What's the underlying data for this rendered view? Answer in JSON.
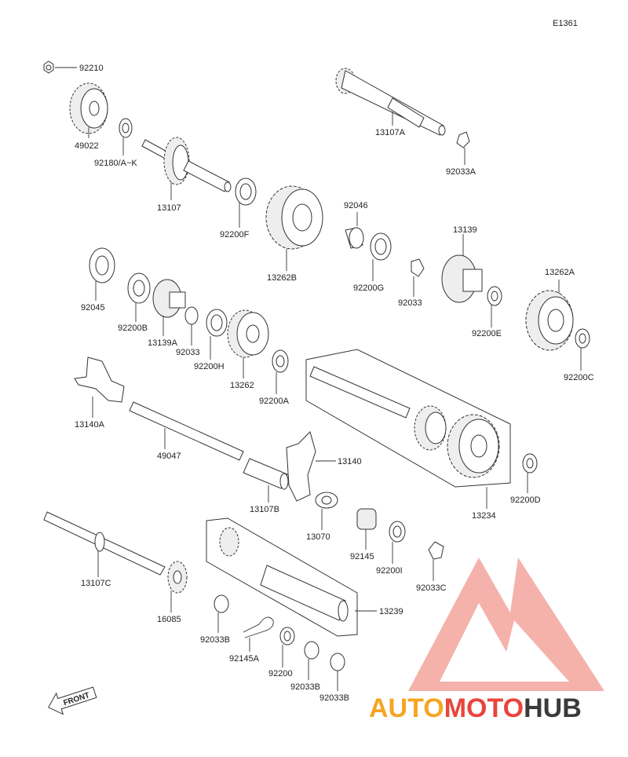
{
  "diagram_code": "E1361",
  "parts": [
    {
      "id": "p92210",
      "label": "92210"
    },
    {
      "id": "p49022",
      "label": "49022"
    },
    {
      "id": "p92180",
      "label": "92180/A~K"
    },
    {
      "id": "p13107",
      "label": "13107"
    },
    {
      "id": "p92200F",
      "label": "92200F"
    },
    {
      "id": "p13262B",
      "label": "13262B"
    },
    {
      "id": "p13107A",
      "label": "13107A"
    },
    {
      "id": "p92033A",
      "label": "92033A"
    },
    {
      "id": "p92046",
      "label": "92046"
    },
    {
      "id": "p92200G",
      "label": "92200G"
    },
    {
      "id": "p92033",
      "label": "92033"
    },
    {
      "id": "p13139",
      "label": "13139"
    },
    {
      "id": "p92200E",
      "label": "92200E"
    },
    {
      "id": "p13262A",
      "label": "13262A"
    },
    {
      "id": "p92200C",
      "label": "92200C"
    },
    {
      "id": "p92045",
      "label": "92045"
    },
    {
      "id": "p92200B",
      "label": "92200B"
    },
    {
      "id": "p13139A",
      "label": "13139A"
    },
    {
      "id": "p92033b",
      "label": "92033"
    },
    {
      "id": "p92200H",
      "label": "92200H"
    },
    {
      "id": "p13262",
      "label": "13262"
    },
    {
      "id": "p92200A",
      "label": "92200A"
    },
    {
      "id": "p13140A",
      "label": "13140A"
    },
    {
      "id": "p49047",
      "label": "49047"
    },
    {
      "id": "p13140",
      "label": "13140"
    },
    {
      "id": "p13107B",
      "label": "13107B"
    },
    {
      "id": "p13234",
      "label": "13234"
    },
    {
      "id": "p92200D",
      "label": "92200D"
    },
    {
      "id": "p13070",
      "label": "13070"
    },
    {
      "id": "p92145",
      "label": "92145"
    },
    {
      "id": "p92200I",
      "label": "92200I"
    },
    {
      "id": "p92033C",
      "label": "92033C"
    },
    {
      "id": "p13107C",
      "label": "13107C"
    },
    {
      "id": "p16085",
      "label": "16085"
    },
    {
      "id": "p13239",
      "label": "13239"
    },
    {
      "id": "p92033B1",
      "label": "92033B"
    },
    {
      "id": "p92145A",
      "label": "92145A"
    },
    {
      "id": "p92200",
      "label": "92200"
    },
    {
      "id": "p92033B2",
      "label": "92033B"
    },
    {
      "id": "p92033B3",
      "label": "92033B"
    }
  ],
  "front_arrow": "FRONT",
  "watermark": {
    "part1": "AUTO",
    "part2": "MOTO",
    "part3": "HUB"
  },
  "colors": {
    "watermark_red": "#e8453c",
    "watermark_orange": "#f5a623",
    "watermark_gray": "#3a3a3a",
    "triangle": "#f08a80"
  }
}
